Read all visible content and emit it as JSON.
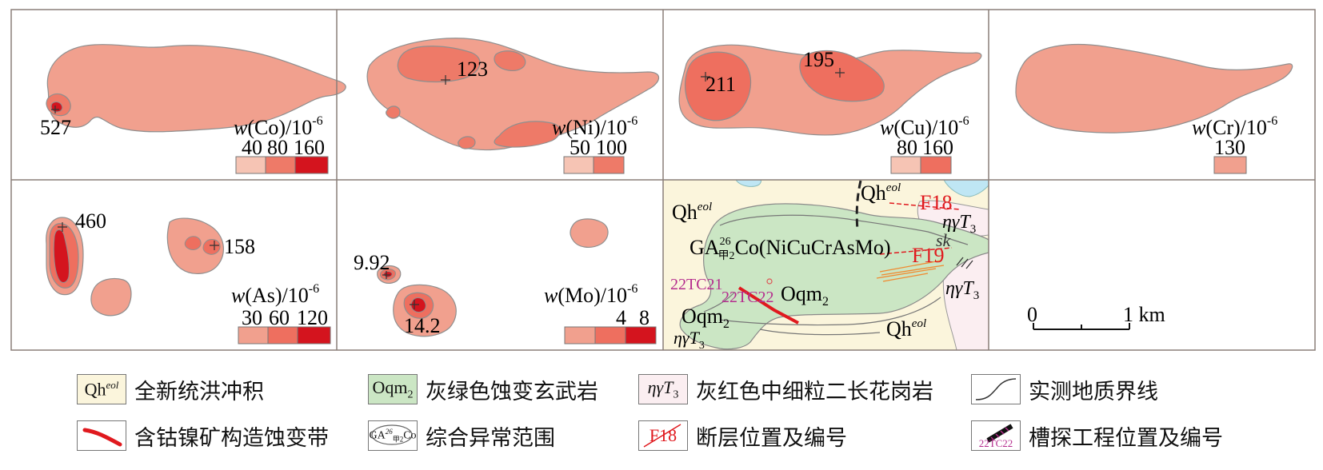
{
  "panels": {
    "co": {
      "label_prefix": "w",
      "label_el": "(Co)/10",
      "label_exp": "-6",
      "scale": [
        "40",
        "80",
        "160"
      ],
      "peak": "527",
      "colors": [
        "#f6c4b4",
        "#ee7a68",
        "#d4141e"
      ]
    },
    "ni": {
      "label_prefix": "w",
      "label_el": "(Ni)/10",
      "label_exp": "-6",
      "scale": [
        "50",
        "100"
      ],
      "peak": "123",
      "colors": [
        "#f6c4b4",
        "#ee7a68"
      ]
    },
    "cu": {
      "label_prefix": "w",
      "label_el": "(Cu)/10",
      "label_exp": "-6",
      "scale": [
        "80",
        "160"
      ],
      "peaks": [
        "195",
        "211"
      ],
      "colors": [
        "#f6c4b4",
        "#ee6f5f"
      ]
    },
    "cr": {
      "label_prefix": "w",
      "label_el": "(Cr)/10",
      "label_exp": "-6",
      "scale": [
        "130"
      ],
      "colors": [
        "#f1a08e"
      ]
    },
    "as": {
      "label_prefix": "w",
      "label_el": "(As)/10",
      "label_exp": "-6",
      "scale": [
        "30",
        "60",
        "120"
      ],
      "peaks": [
        "460",
        "158"
      ],
      "colors": [
        "#f1a08e",
        "#ee6f5f",
        "#d4141e"
      ]
    },
    "mo": {
      "label_prefix": "w",
      "label_el": "(Mo)/10",
      "label_exp": "-6",
      "scale": [
        "4",
        "8"
      ],
      "peaks": [
        "9.92",
        "14.2"
      ],
      "colors": [
        "#f1a08e",
        "#ee6f5f",
        "#d4141e"
      ]
    }
  },
  "geology": {
    "qh_1": "Qh",
    "qh_1_sup": "eol",
    "qh_2": "Qh",
    "qh_2_sup": "eol",
    "qh_3": "Qh",
    "qh_3_sup": "eol",
    "f18": "F18",
    "f19": "F19",
    "gamma_1": "ηγT",
    "gamma_1_sub": "3",
    "gamma_2": "ηγT",
    "gamma_2_sub": "3",
    "gamma_3": "ηγT",
    "gamma_3_sub": "3",
    "sk": "sk",
    "anomaly_prefix": "GA",
    "anomaly_sup": "26",
    "anomaly_sub": "甲2",
    "anomaly_body": "Co(NiCuCrAsMo)",
    "oqm_1": "Oqm",
    "oqm_1_sub": "2",
    "oqm_2": "Oqm",
    "oqm_2_sub": "2",
    "tc21": "22TC21",
    "tc22": "22TC22",
    "colors": {
      "qh": "#fbf5dc",
      "oqm": "#cbe6c4",
      "granite": "#fbeef1",
      "water": "#bfe6f4",
      "fault": "#e0191e",
      "trench": "#b52c8e"
    }
  },
  "scale_bar": {
    "start": "0",
    "end": "1 km"
  },
  "legend": [
    {
      "code": "Qh",
      "code_sup": "eol",
      "label": "全新统洪冲积"
    },
    {
      "code": "Oqm",
      "code_sub": "2",
      "label": "灰绿色蚀变玄武岩"
    },
    {
      "code": "ηγT",
      "code_sub": "3",
      "label": "灰红色中细粒二长花岗岩"
    },
    {
      "code": "",
      "label": "实测地质界线"
    },
    {
      "code": "",
      "label": "含钴镍矿构造蚀变带"
    },
    {
      "code": "GA",
      "code_sup": "26",
      "code_sub": "甲2",
      "code_tail": "Co",
      "label": "综合异常范围"
    },
    {
      "code": "F18",
      "label": "断层位置及编号"
    },
    {
      "code": "22TC22",
      "label": "槽探工程位置及编号"
    }
  ]
}
